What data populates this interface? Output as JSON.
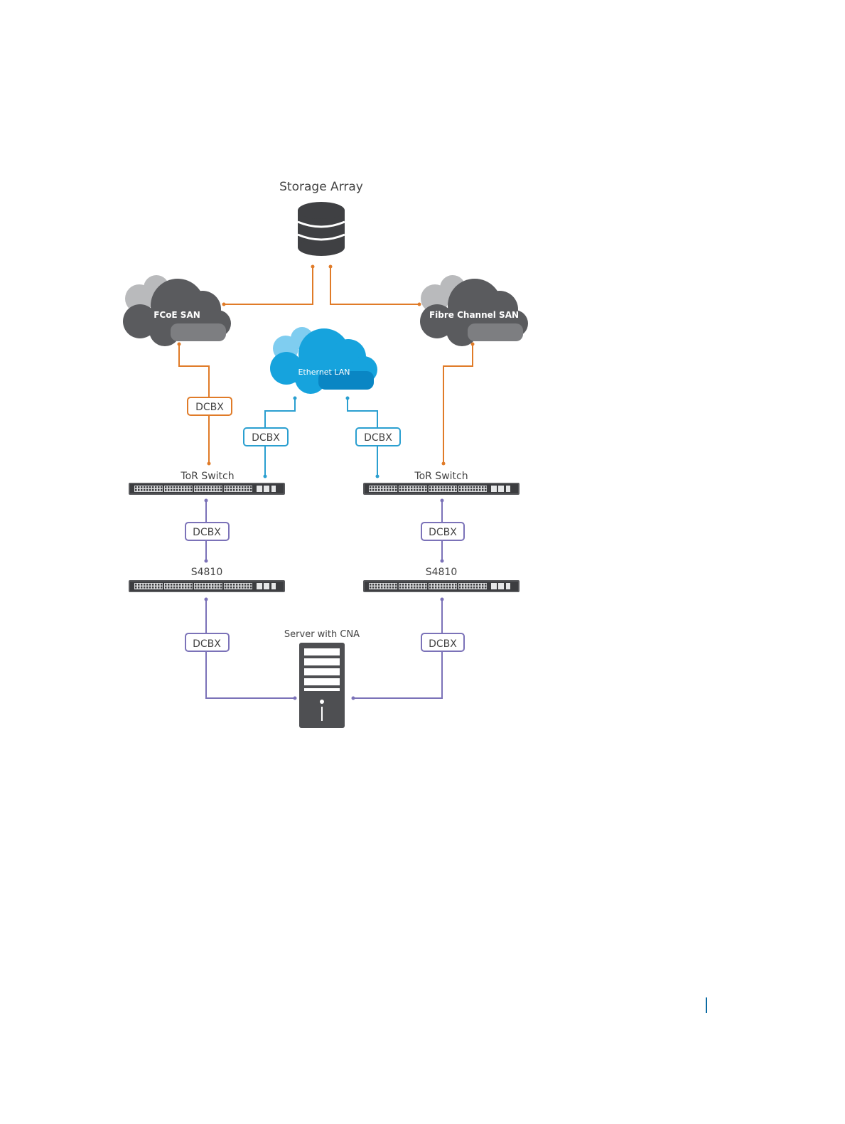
{
  "storage": {
    "label": "Storage Array"
  },
  "clouds": {
    "fcoe": "FCoE SAN",
    "ethernet": "Ethernet LAN",
    "fibre": "Fibre Channel SAN"
  },
  "switches": {
    "tor_left": "ToR Switch",
    "tor_right": "ToR Switch",
    "s4810_left": "S4810",
    "s4810_right": "S4810"
  },
  "dcbx": {
    "fcoe": "DCBX",
    "lan_left": "DCBX",
    "lan_right": "DCBX",
    "tor_left": "DCBX",
    "tor_right": "DCBX",
    "server_left": "DCBX",
    "server_right": "DCBX"
  },
  "server": {
    "label": "Server with CNA"
  },
  "colors": {
    "orange": "#e07b28",
    "blue": "#2a9fd0",
    "purple": "#7b72b8",
    "dark": "#4e4f52",
    "cloud_gray": "#5a5b5e",
    "cloud_blue": "#16a3dd"
  }
}
